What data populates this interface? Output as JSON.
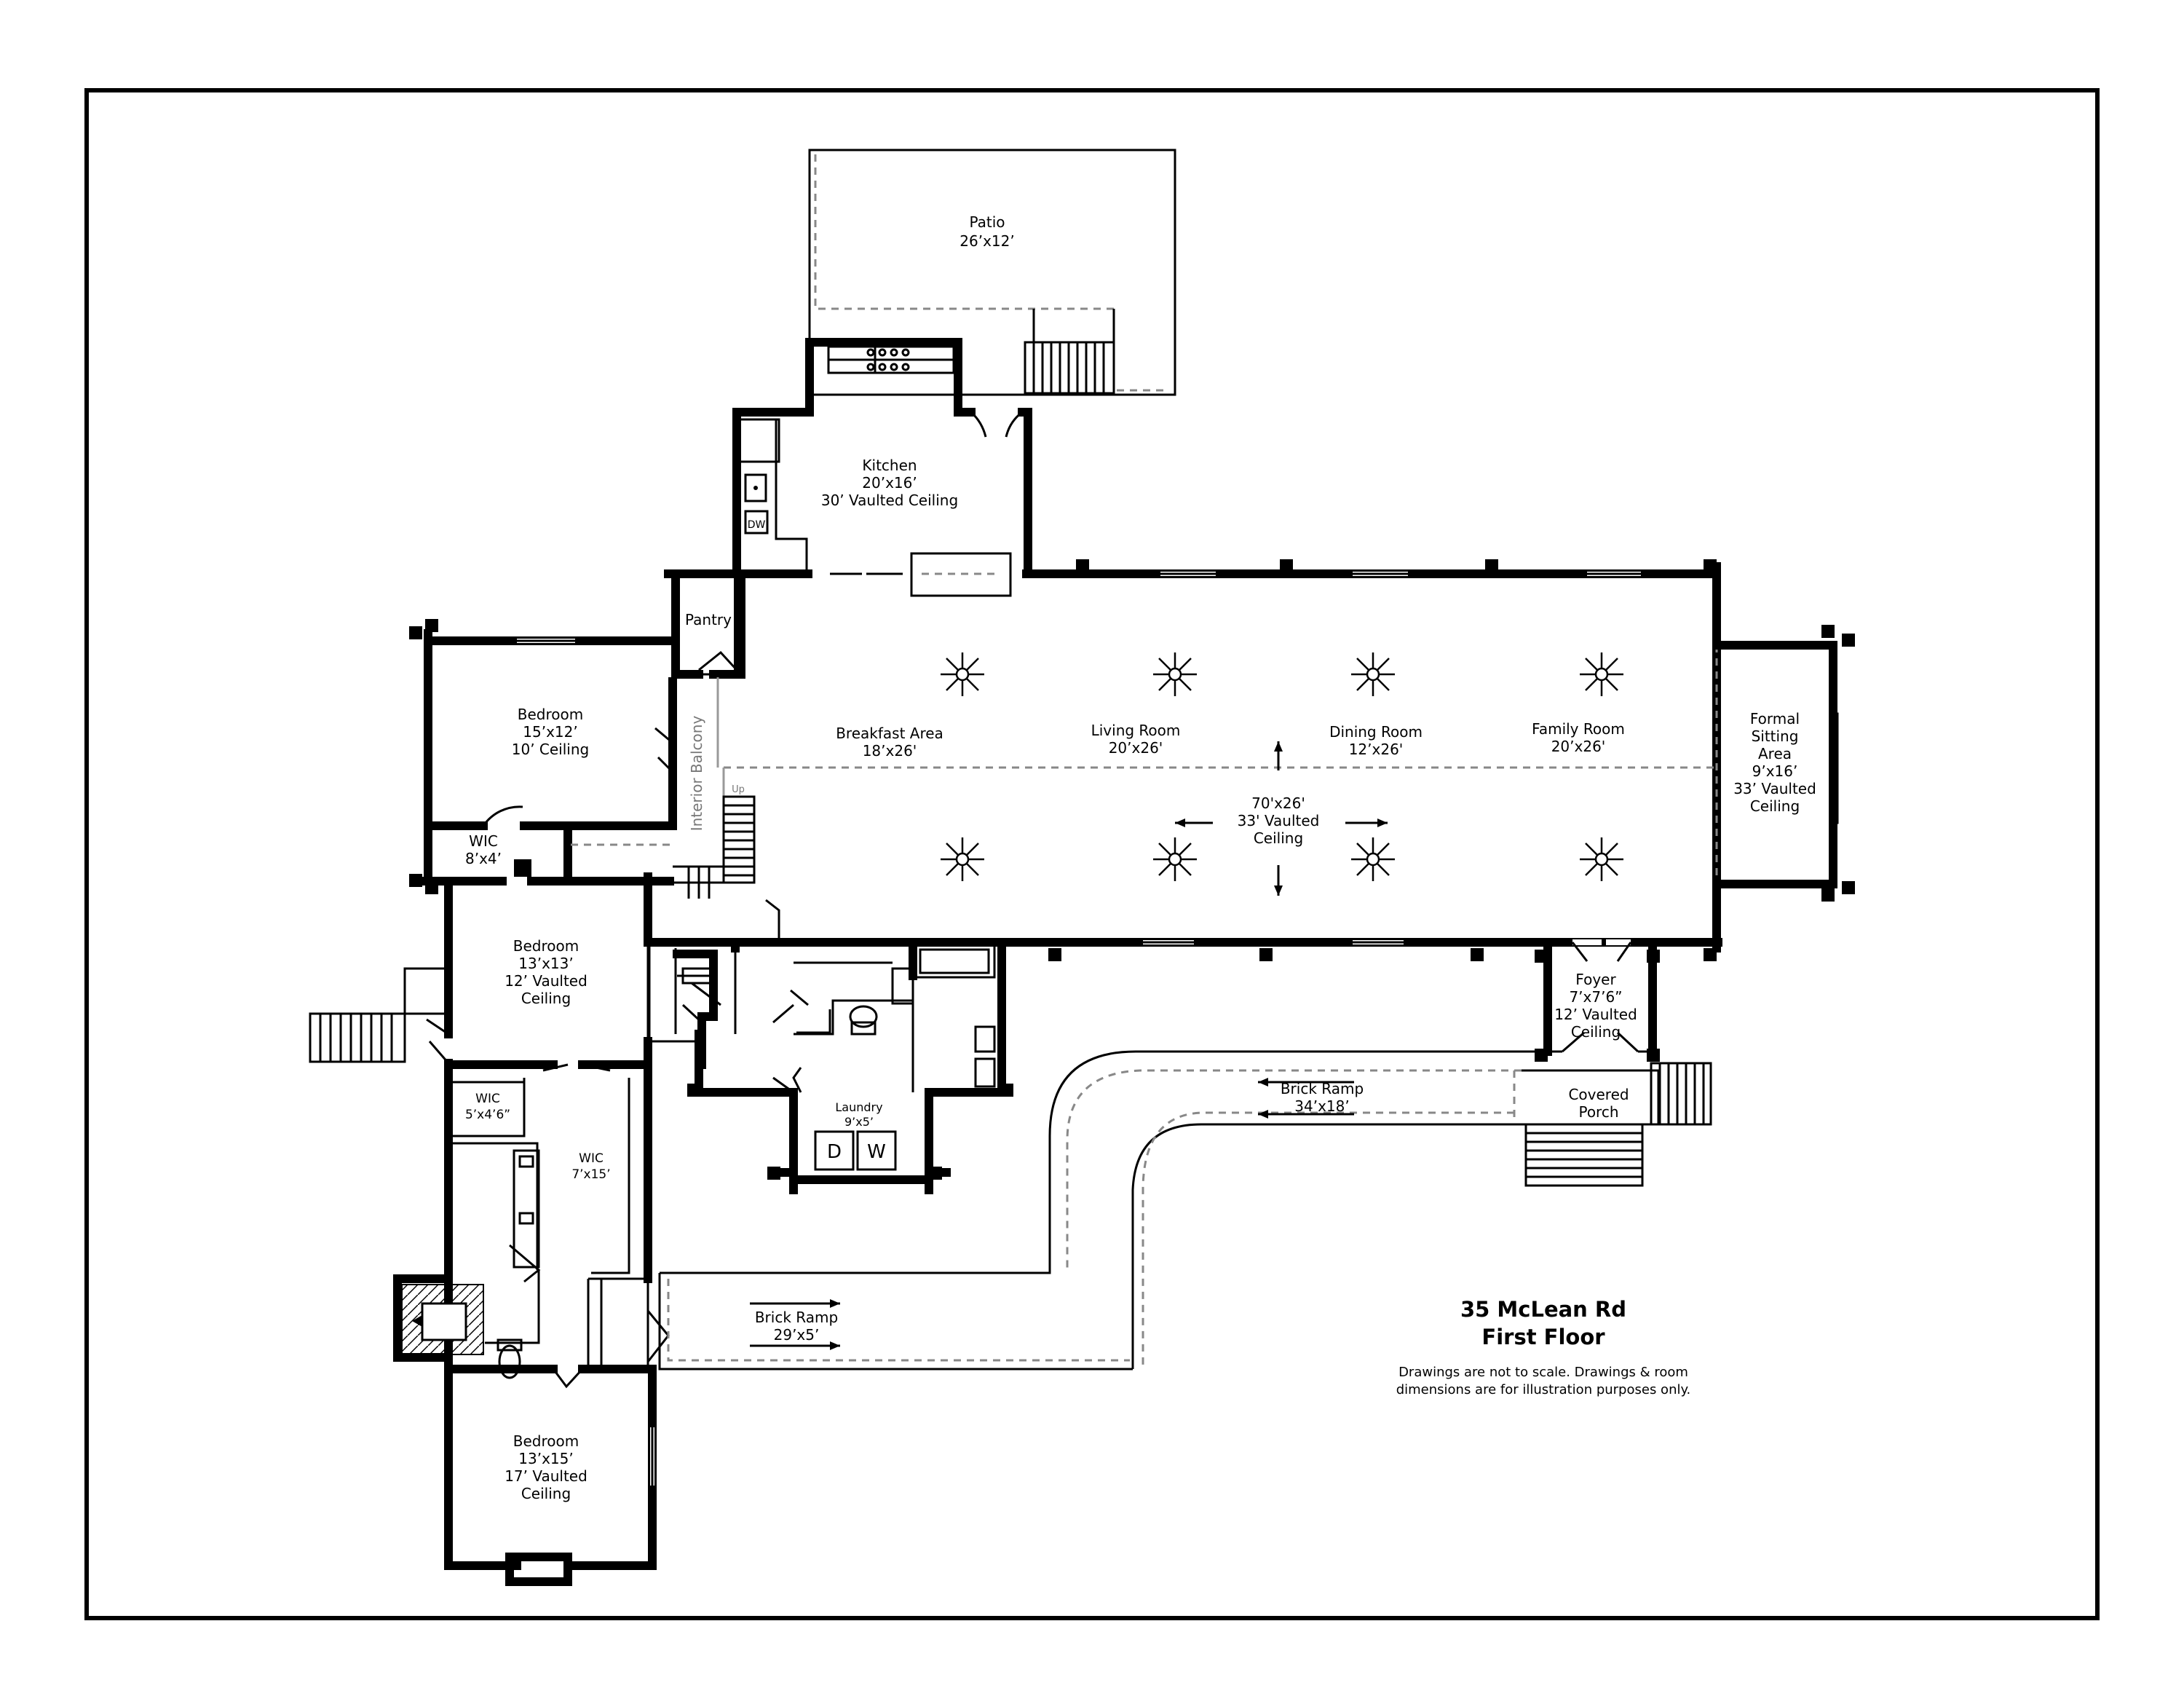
{
  "plan": {
    "address": "35 McLean Rd",
    "floor": "First Floor",
    "disclaimer_line1": "Drawings are not to scale. Drawings & room",
    "disclaimer_line2": "dimensions are for illustration purposes only."
  },
  "rooms": {
    "patio": [
      "Patio",
      "26’x12’"
    ],
    "kitchen": [
      "Kitchen",
      "20’x16’",
      "30’ Vaulted Ceiling"
    ],
    "pantry": [
      "Pantry"
    ],
    "bedroom1": [
      "Bedroom",
      "15’x12’",
      "10’ Ceiling"
    ],
    "wic1": [
      "WIC",
      "8’x4’"
    ],
    "interior_balcony": "Interior Balcony",
    "breakfast": [
      "Breakfast Area",
      "18’x26'"
    ],
    "living": [
      "Living Room",
      "20’x26'"
    ],
    "dining": [
      "Dining Room",
      "12’x26'"
    ],
    "family": [
      "Family Room",
      "20’x26'"
    ],
    "great_room": [
      "70'x26'",
      "33' Vaulted",
      "Ceiling"
    ],
    "formal": [
      "Formal",
      "Sitting",
      "Area",
      "9’x16’",
      "33’ Vaulted",
      "Ceiling"
    ],
    "bedroom2": [
      "Bedroom",
      "13’x13’",
      "12’ Vaulted",
      "Ceiling"
    ],
    "wic2": [
      "WIC",
      "5’x4’6”"
    ],
    "wic3": [
      "WIC",
      "7’x15’"
    ],
    "laundry": [
      "Laundry",
      "9’x5’"
    ],
    "foyer": [
      "Foyer",
      "7’x7’6”",
      "12’ Vaulted",
      "Ceiling"
    ],
    "covered_porch": [
      "Covered",
      "Porch"
    ],
    "brick_ramp1": [
      "Brick Ramp",
      "34’x18’"
    ],
    "brick_ramp2": [
      "Brick Ramp",
      "29’x5’"
    ],
    "bedroom3": [
      "Bedroom",
      "13’x15’",
      "17’ Vaulted",
      "Ceiling"
    ]
  },
  "fixtures": {
    "dishwasher": "DW",
    "dryer": "D",
    "washer": "W",
    "stairs_up": "Up"
  }
}
